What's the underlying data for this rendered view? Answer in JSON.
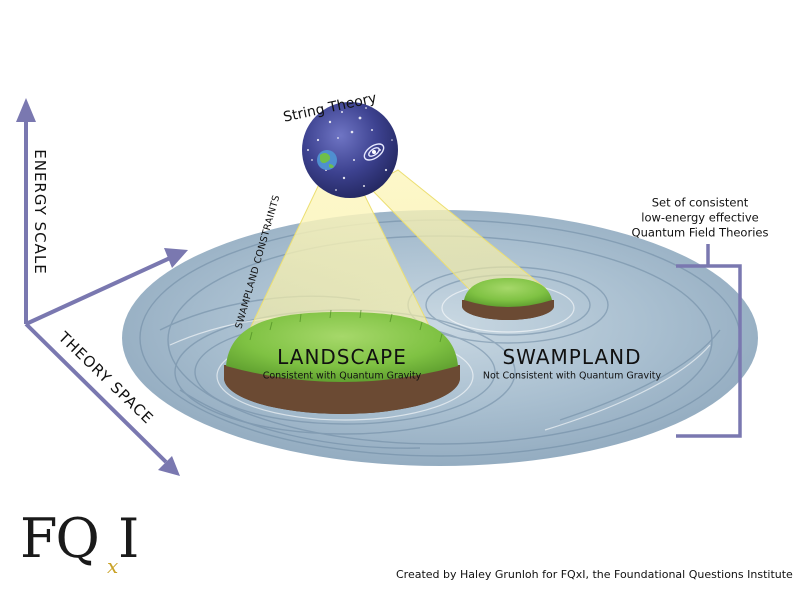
{
  "labels": {
    "string_theory": "String Theory",
    "energy_scale": "ENERGY SCALE",
    "theory_space": "THEORY SPACE",
    "swampland_constraints": "SWAMPLAND CONSTRAINTS",
    "landscape_title": "LANDSCAPE",
    "landscape_subtitle": "Consistent with Quantum Gravity",
    "swampland_title": "SWAMPLAND",
    "swampland_subtitle": "Not Consistent with Quantum Gravity",
    "set_line1": "Set of consistent",
    "set_line2": "low-energy effective",
    "set_line3": "Quantum Field Theories"
  },
  "credit": "Created by Haley Grunloh for FQxI, the Foundational Questions Institute",
  "logo": {
    "fq": "FQ",
    "x": "x",
    "i": "I"
  },
  "colors": {
    "axis": "#7a78b0",
    "water": "#9fb7c9",
    "grass": "#7fc243",
    "soil": "#6b4a33",
    "beam": "#fbf3a6",
    "sphere": "#3b3f86",
    "logo_accent": "#c9a227"
  },
  "icons": [
    "earth-icon",
    "galaxy-icon",
    "star-field"
  ]
}
